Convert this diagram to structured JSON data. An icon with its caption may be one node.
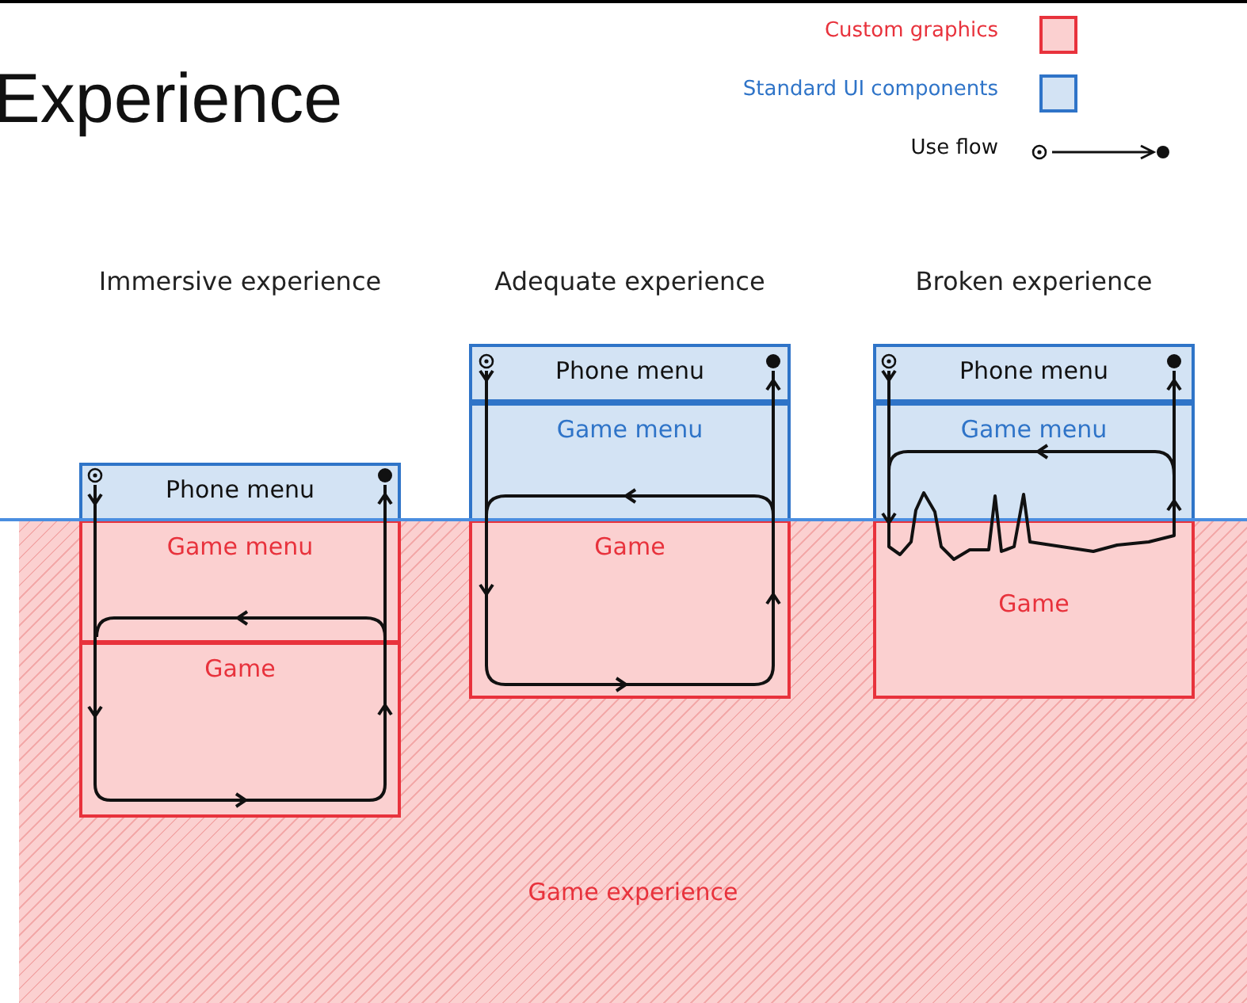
{
  "diagram": {
    "title": "Experience",
    "nodes": [
      {
        "text": [
          "Game experience"
        ]
      },
      {
        "text": [
          "Phone menu"
        ]
      },
      {
        "text": [
          "Game menu"
        ],
        "in": 0
      },
      {
        "text": [
          "Game"
        ],
        "in": 0
      },
      {
        "text": [
          "Phone menu"
        ]
      },
      {
        "text": [
          "Game menu"
        ]
      },
      {
        "text": [
          "Game"
        ],
        "in": 0
      },
      {
        "text": [
          "Phone menu"
        ]
      },
      {
        "text": [
          "Game menu"
        ]
      },
      {
        "text": [
          "Game"
        ],
        "in": 0
      }
    ],
    "labels": [
      "Immersive experience",
      "Adequate experience",
      "Broken experience"
    ],
    "legend": [
      {
        "text": "Custom graphics",
        "color": "#fbd0d0"
      },
      {
        "text": "Standard UI components",
        "color": "#d3e3f4"
      },
      {
        "text": "Use flow"
      }
    ]
  }
}
